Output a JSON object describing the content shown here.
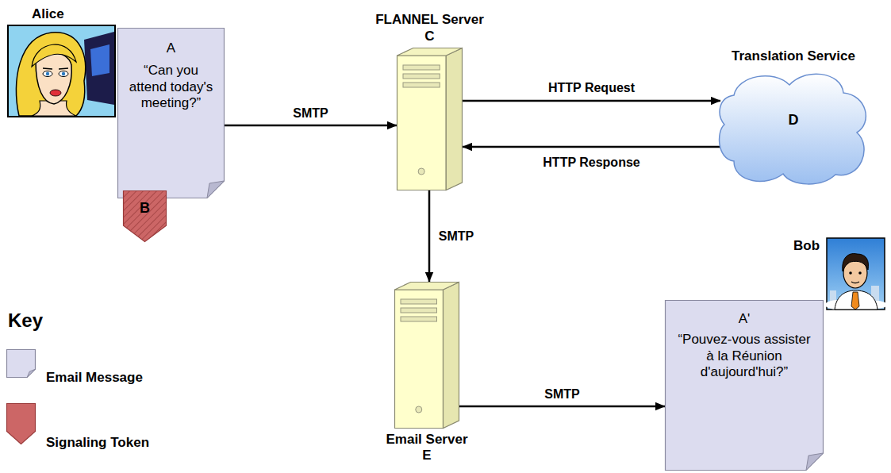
{
  "diagram": {
    "nodes": [
      {
        "text": [
          "A",
          "“Can you attend today's meeting?”"
        ]
      },
      {
        "text": [
          "B"
        ],
        "in": 0
      },
      {
        "text": [
          "FLANNEL Server",
          "C"
        ]
      },
      {
        "text": [
          "Translation Service",
          "D"
        ]
      },
      {
        "text": [
          "Email Server",
          "E"
        ]
      },
      {
        "text": [
          "A'",
          "“Pouvez-vous assister à la Réunion d'aujourd'hui?”"
        ]
      }
    ],
    "edges": [
      {
        "from": 0,
        "to": 2,
        "label": "SMTP",
        "arrow": "to"
      },
      {
        "from": 2,
        "to": 3,
        "label": "HTTP Request",
        "arrow": "to"
      },
      {
        "from": 3,
        "to": 2,
        "label": "HTTP Response",
        "arrow": "to"
      },
      {
        "from": 2,
        "to": 4,
        "label": "SMTP",
        "arrow": "to"
      },
      {
        "from": 4,
        "to": 5,
        "label": "SMTP",
        "arrow": "to"
      }
    ],
    "labels": [
      "Alice",
      "Bob",
      "Key"
    ],
    "legend": [
      {
        "text": "Email Message",
        "color": "#dcdcef"
      },
      {
        "text": "Signaling Token",
        "color": "#cc6666"
      }
    ]
  }
}
